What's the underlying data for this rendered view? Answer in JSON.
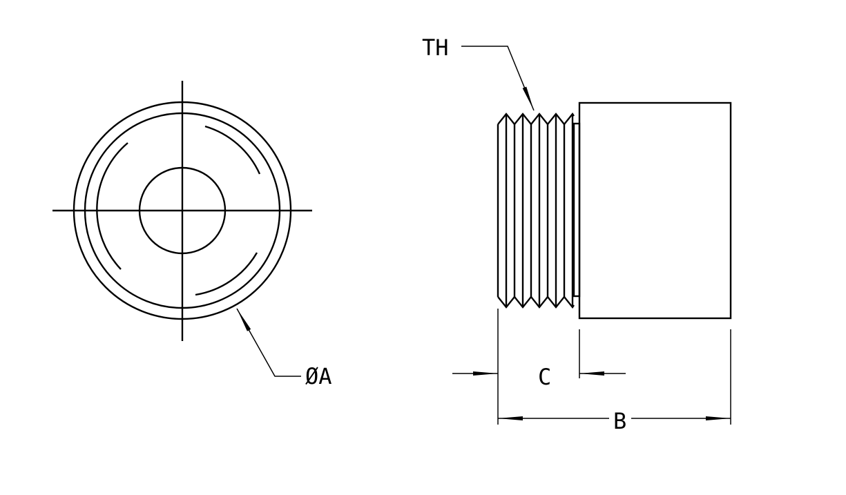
{
  "labels": {
    "thread": "TH",
    "diameter": "ØA",
    "thread_length": "C",
    "overall_length": "B"
  }
}
